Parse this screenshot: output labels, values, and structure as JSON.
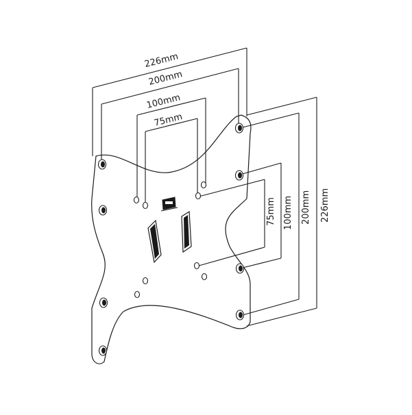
{
  "dimensions": {
    "horizontal": {
      "d226": "226mm",
      "d200": "200mm",
      "d100": "100mm",
      "d75": "75mm"
    },
    "vertical": {
      "d75": "75mm",
      "d100": "100mm",
      "d200": "200mm",
      "d226": "226mm"
    }
  }
}
